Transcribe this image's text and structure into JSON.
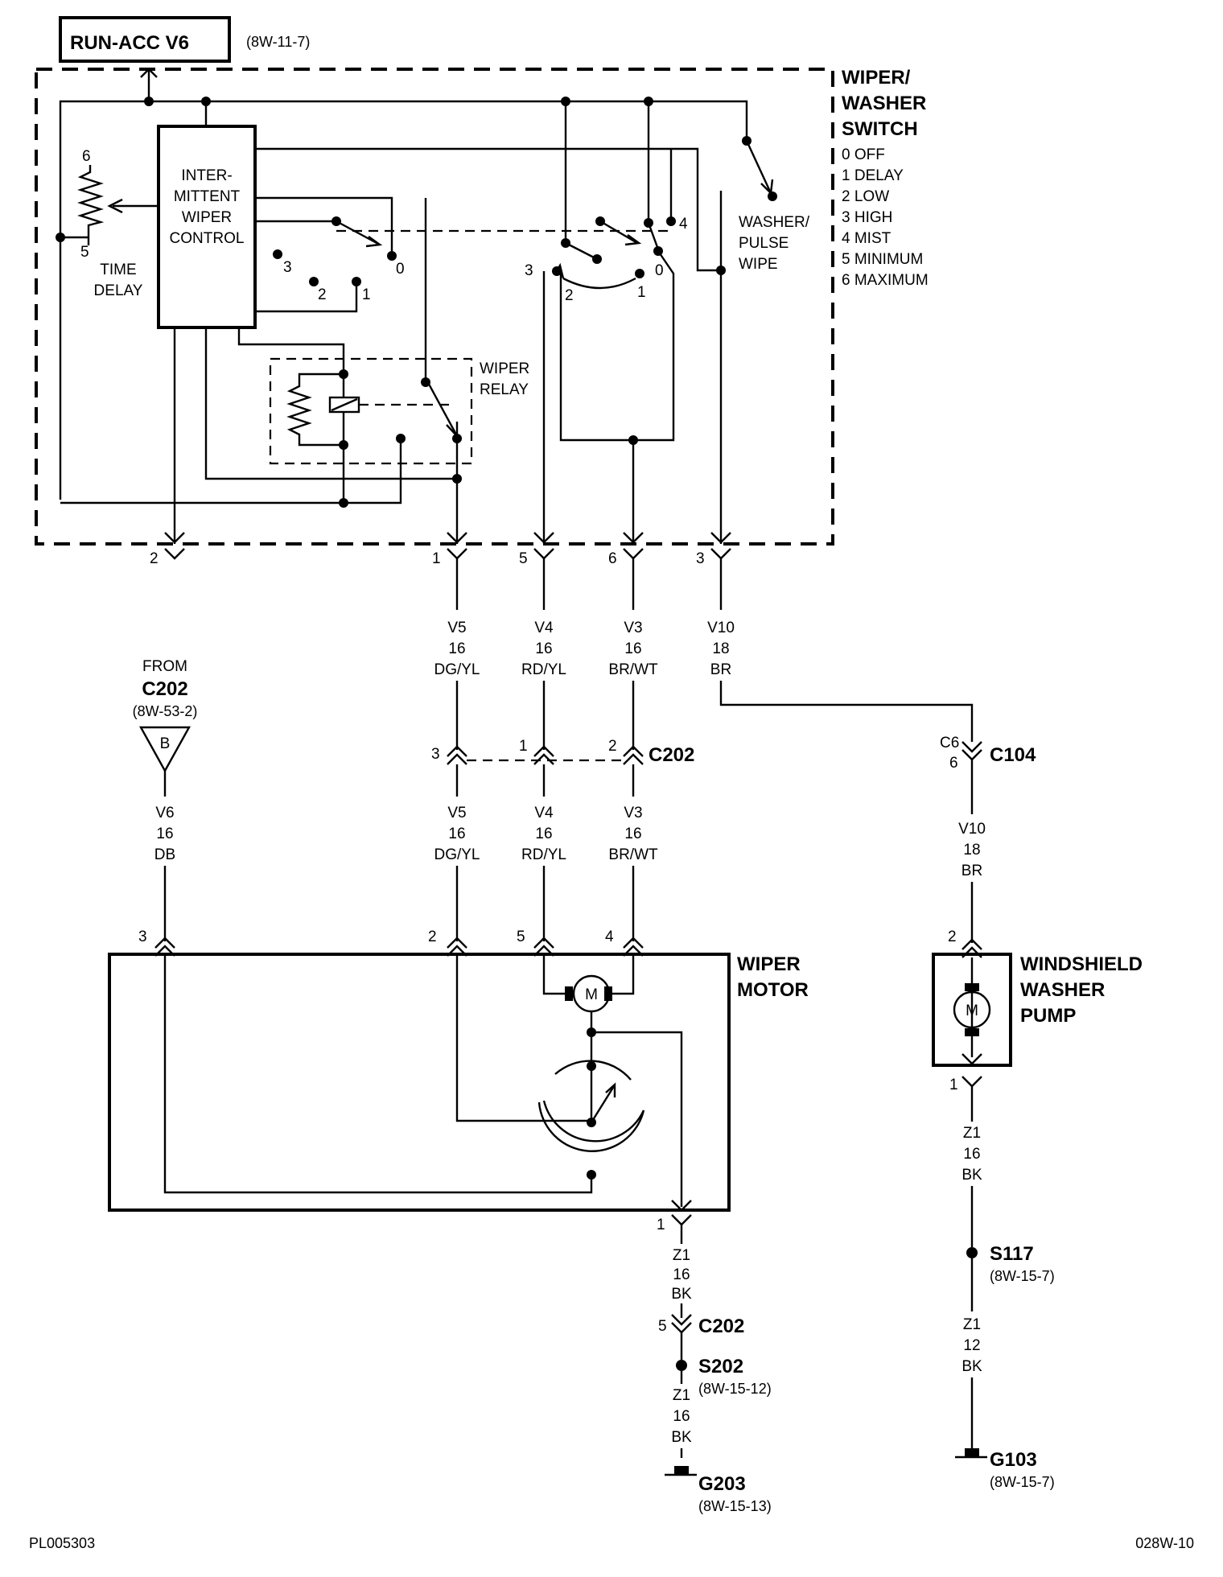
{
  "header": {
    "source_box": "RUN-ACC V6",
    "source_ref": "(8W-11-7)"
  },
  "switch": {
    "title_lines": [
      "WIPER/",
      "WASHER",
      "SWITCH"
    ],
    "positions": [
      "0 OFF",
      "1 DELAY",
      "2 LOW",
      "3 HIGH",
      "4 MIST",
      "5 MINIMUM",
      "6 MAXIMUM"
    ],
    "control_lines": [
      "INTER-",
      "MITTENT",
      "WIPER",
      "CONTROL"
    ],
    "time_delay": [
      "TIME",
      "DELAY"
    ],
    "pot_top": "6",
    "pot_bottom": "5",
    "relay_lines": [
      "WIPER",
      "RELAY"
    ],
    "washer_lines": [
      "WASHER/",
      "PULSE",
      "WIPE"
    ],
    "left_contacts": [
      "3",
      "2",
      "1",
      "0"
    ],
    "right_contacts": [
      "3",
      "2",
      "1",
      "0",
      "4"
    ],
    "pins": [
      "2",
      "1",
      "5",
      "6",
      "3"
    ]
  },
  "wires_upper": [
    {
      "circuit": "V5",
      "gauge": "16",
      "color": "DG/YL"
    },
    {
      "circuit": "V4",
      "gauge": "16",
      "color": "RD/YL"
    },
    {
      "circuit": "V3",
      "gauge": "16",
      "color": "BR/WT"
    },
    {
      "circuit": "V10",
      "gauge": "18",
      "color": "BR"
    }
  ],
  "from_c202": {
    "from": "FROM",
    "connector": "C202",
    "ref": "(8W-53-2)",
    "letter": "B"
  },
  "c202_mid": {
    "name": "C202",
    "pins": [
      "3",
      "1",
      "2"
    ]
  },
  "c104": {
    "name": "C104",
    "cav_top": "C6",
    "cav_bottom": "6"
  },
  "wires_lower": [
    {
      "circuit": "V6",
      "gauge": "16",
      "color": "DB"
    },
    {
      "circuit": "V5",
      "gauge": "16",
      "color": "DG/YL"
    },
    {
      "circuit": "V4",
      "gauge": "16",
      "color": "RD/YL"
    },
    {
      "circuit": "V3",
      "gauge": "16",
      "color": "BR/WT"
    }
  ],
  "washer_wire": {
    "circuit": "V10",
    "gauge": "18",
    "color": "BR"
  },
  "motor": {
    "title_lines": [
      "WIPER",
      "MOTOR"
    ],
    "pins": [
      "3",
      "2",
      "5",
      "4"
    ],
    "bottom_pin": "1",
    "m": "M"
  },
  "pump": {
    "title_lines": [
      "WINDSHIELD",
      "WASHER",
      "PUMP"
    ],
    "top_pin": "2",
    "bottom_pin": "1",
    "m": "M"
  },
  "motor_ground": {
    "wire1": {
      "circuit": "Z1",
      "gauge": "16",
      "color": "BK"
    },
    "connector_pin": "5",
    "connector": "C202",
    "splice": "S202",
    "splice_ref": "(8W-15-12)",
    "wire2": {
      "circuit": "Z1",
      "gauge": "16",
      "color": "BK"
    },
    "ground": "G203",
    "ground_ref": "(8W-15-13)"
  },
  "pump_ground": {
    "wire1": {
      "circuit": "Z1",
      "gauge": "16",
      "color": "BK"
    },
    "splice": "S117",
    "splice_ref": "(8W-15-7)",
    "wire2": {
      "circuit": "Z1",
      "gauge": "12",
      "color": "BK"
    },
    "ground": "G103",
    "ground_ref": "(8W-15-7)"
  },
  "footer": {
    "left": "PL005303",
    "right": "028W-10"
  }
}
